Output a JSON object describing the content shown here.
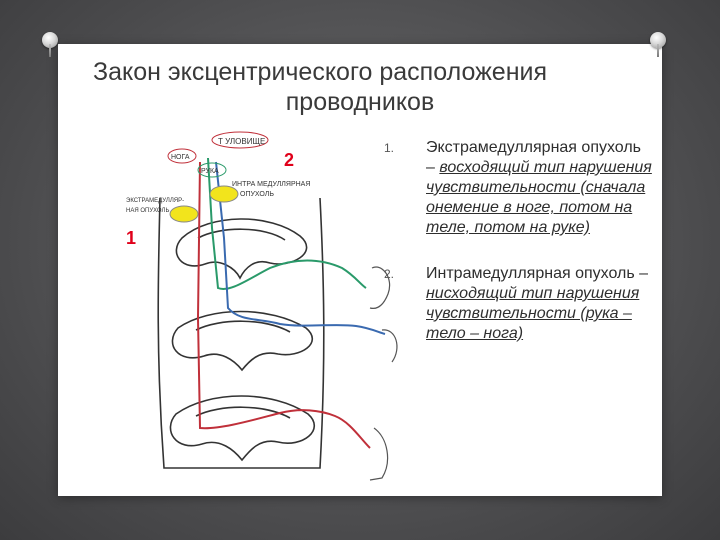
{
  "slide": {
    "title_line1": "Закон эксцентрического расположения",
    "title_line2": "проводников"
  },
  "figure": {
    "marker_2": "2",
    "marker_1": "1",
    "label_tulovische": "Т УЛОВИЩЕ",
    "label_noga": "НОГА",
    "label_ruka": "РУКА",
    "label_intra_1": "ИНТРА МЕДУЛЛЯРНАЯ",
    "label_intra_2": "ОПУХОЛЬ",
    "label_extra_1": "ЭКСТРАМЕДУЛЛЯР-",
    "label_extra_2": "НАЯ ОПУХОЛЬ"
  },
  "list": [
    {
      "num": "1.",
      "plain": "Экстрамедуллярная опухоль – ",
      "emph": "восходящий тип нарушения чувствительности (сначала онемение в ноге, потом на теле, потом на руке)"
    },
    {
      "num": "2.",
      "plain": "Интрамедуллярная опухоль – ",
      "emph": "нисходящий тип нарушения чувствительности (рука – тело – нога)"
    }
  ],
  "colors": {
    "background": "#4a4a4c",
    "slide": "#ffffff",
    "marker_red": "#e0001a",
    "tract_green": "#2a9a6a",
    "tract_blue": "#3a6ab0",
    "tract_red": "#c0303a",
    "tumor_yellow": "#f2e41c"
  }
}
